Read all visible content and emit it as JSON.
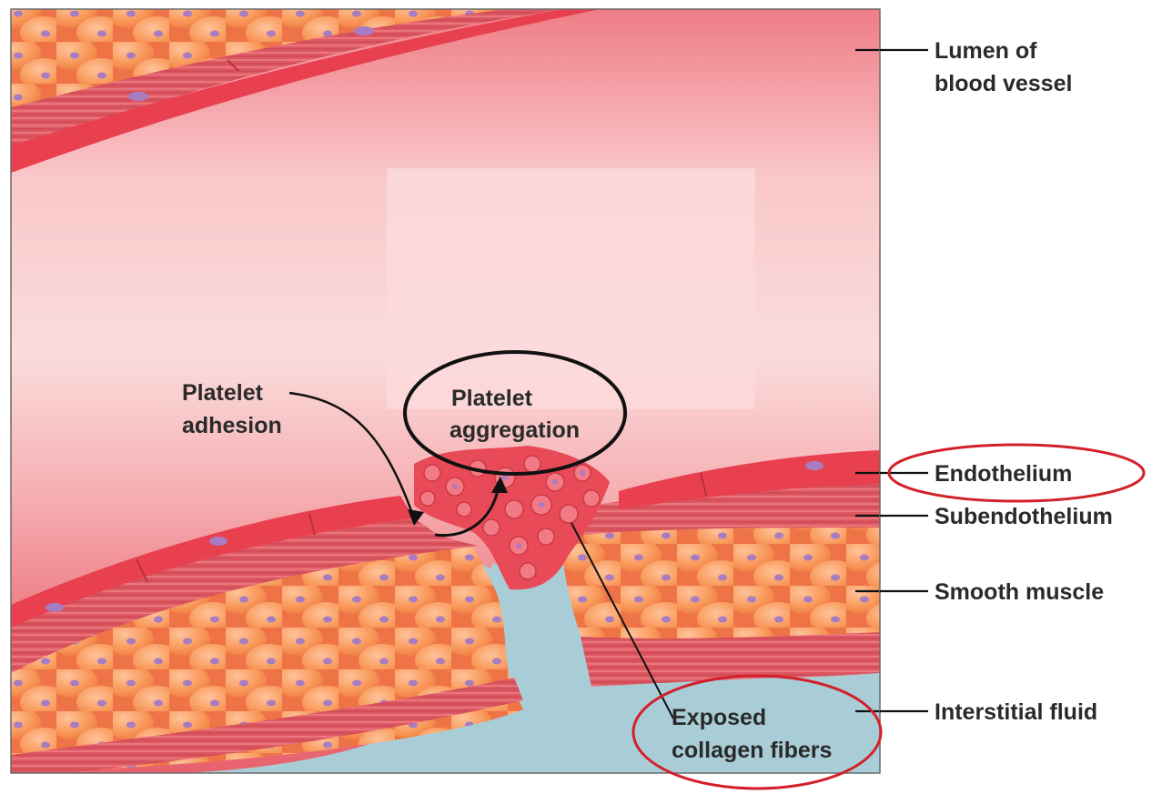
{
  "labels": {
    "lumen_line1": "Lumen of",
    "lumen_line2": "blood vessel",
    "endothelium": "Endothelium",
    "subendothelium": "Subendothelium",
    "smooth_muscle": "Smooth muscle",
    "interstitial_fluid": "Interstitial fluid",
    "platelet_adhesion_line1": "Platelet",
    "platelet_adhesion_line2": "adhesion",
    "platelet_aggregation_line1": "Platelet",
    "platelet_aggregation_line2": "aggregation",
    "collagen_line1": "Exposed",
    "collagen_line2": "collagen fibers"
  },
  "colors": {
    "lumen_light": "#fbdada",
    "lumen_deep": "#ee6f78",
    "endothelium": "#e8404e",
    "subendothelium": "#dd5560",
    "muscle_cell": "#f8924e",
    "muscle_bg": "#ea6a4a",
    "nucleus": "#a87cc2",
    "fluid": "#a9cdd7",
    "platelet": "#e84a57",
    "highlight_circle": "#d32029",
    "annotation": "#111111"
  }
}
